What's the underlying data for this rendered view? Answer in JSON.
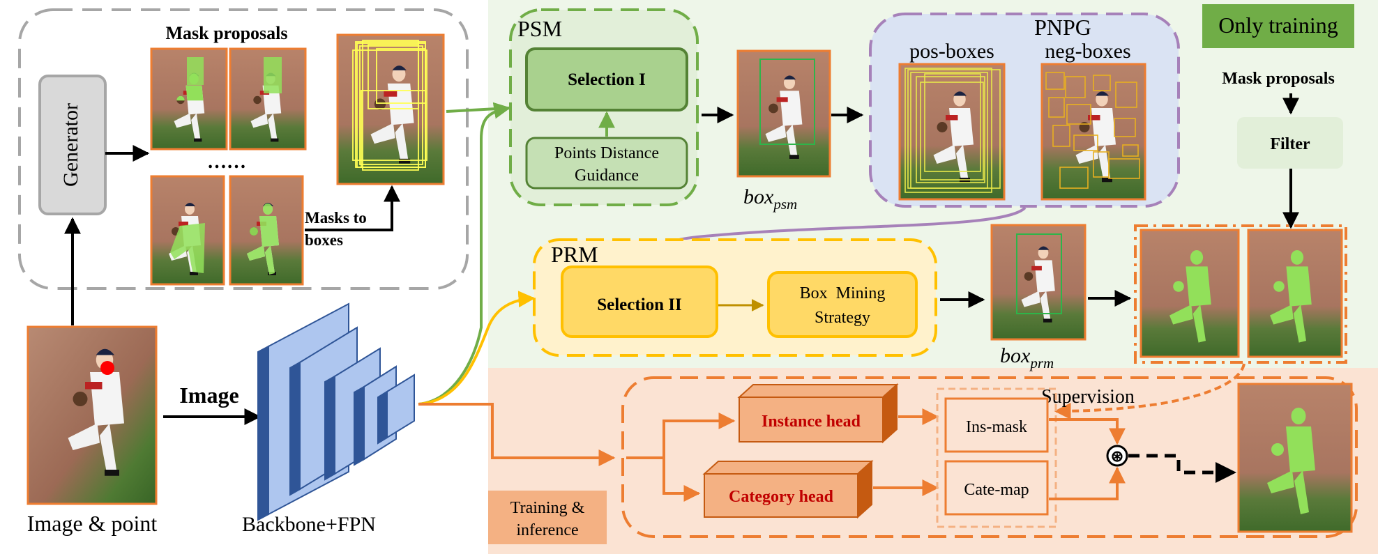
{
  "mask_proposals_title": "Mask proposals",
  "generator_label": "Generator",
  "ellipsis": "……",
  "masks_to_boxes_line1": "Masks to",
  "masks_to_boxes_line2": "boxes",
  "image_label": "Image",
  "image_point_label": "Image & point",
  "backbone_label": "Backbone+FPN",
  "psm": {
    "title": "PSM",
    "selection": "Selection I",
    "guidance_line1": "Points Distance",
    "guidance_line2": "Guidance"
  },
  "box_psm": {
    "base": "box",
    "sub": "psm"
  },
  "pnpg": {
    "title": "PNPG",
    "pos": "pos-boxes",
    "neg": "neg-boxes"
  },
  "only_training": "Only training",
  "right_mask_proposals": "Mask proposals",
  "filter": "Filter",
  "prm": {
    "title": "PRM",
    "selection": "Selection II",
    "mining_line1": "Box  Mining",
    "mining_line2": "Strategy"
  },
  "box_prm": {
    "base": "box",
    "sub": "prm"
  },
  "instance_head": "Instance head",
  "category_head": "Category head",
  "ins_mask": "Ins-mask",
  "cate_map": "Cate-map",
  "supervision": "Supervision",
  "training_inference_line1": "Training &",
  "training_inference_line2": "inference",
  "multiply_symbol": "⊛",
  "colors": {
    "green_region": "#eef6e9",
    "orange_region": "#fbe3d3",
    "psm_green": "#70ad47",
    "pnpg_fill": "#dae3f3",
    "pnpg_border": "#a681b9",
    "prm_fill": "#fff2cc",
    "prm_border": "#ffc000",
    "orange": "#ed7d31",
    "head_red": "#c00000",
    "only_training_fill": "#70ad47",
    "backbone_blue": "#aec6ef"
  }
}
